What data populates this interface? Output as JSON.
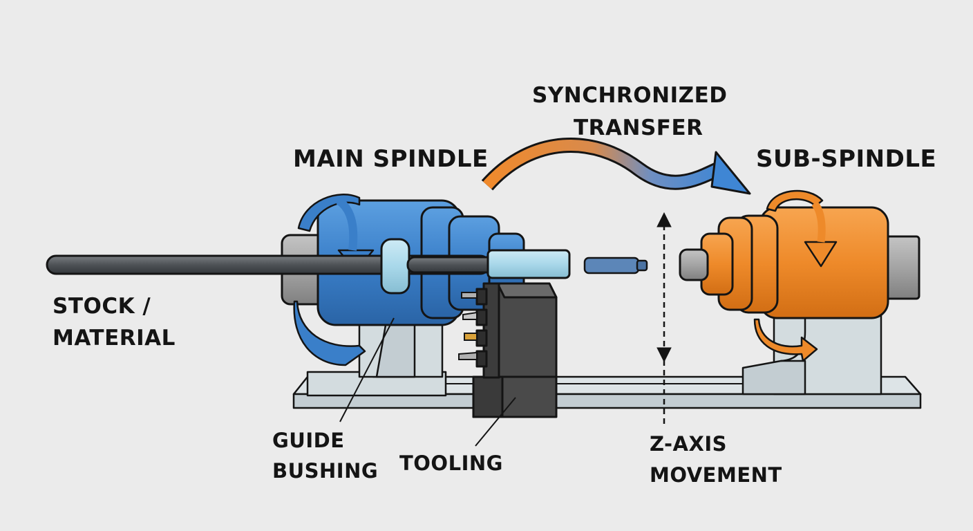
{
  "labels": {
    "main_spindle": "MAIN SPINDLE",
    "sync_line1": "SYNCHRONIZED",
    "sync_line2": "TRANSFER",
    "sub_spindle": "SUB-SPINDLE",
    "stock_line1": "STOCK /",
    "stock_line2": "MATERIAL",
    "guide_line1": "GUIDE",
    "guide_line2": "BUSHING",
    "tooling": "TOOLING",
    "zaxis_line1": "Z-AXIS",
    "zaxis_line2": "MOVEMENT"
  },
  "colors": {
    "background": "#ebebeb",
    "main_spindle": "#3a7fc9",
    "sub_spindle": "#ee8a2a",
    "stock_bar": "#505458",
    "guide_bushing": "#a9d8ea",
    "base": "#cfd8dc",
    "tool_block": "#4a4a4a",
    "outline": "#141414"
  }
}
